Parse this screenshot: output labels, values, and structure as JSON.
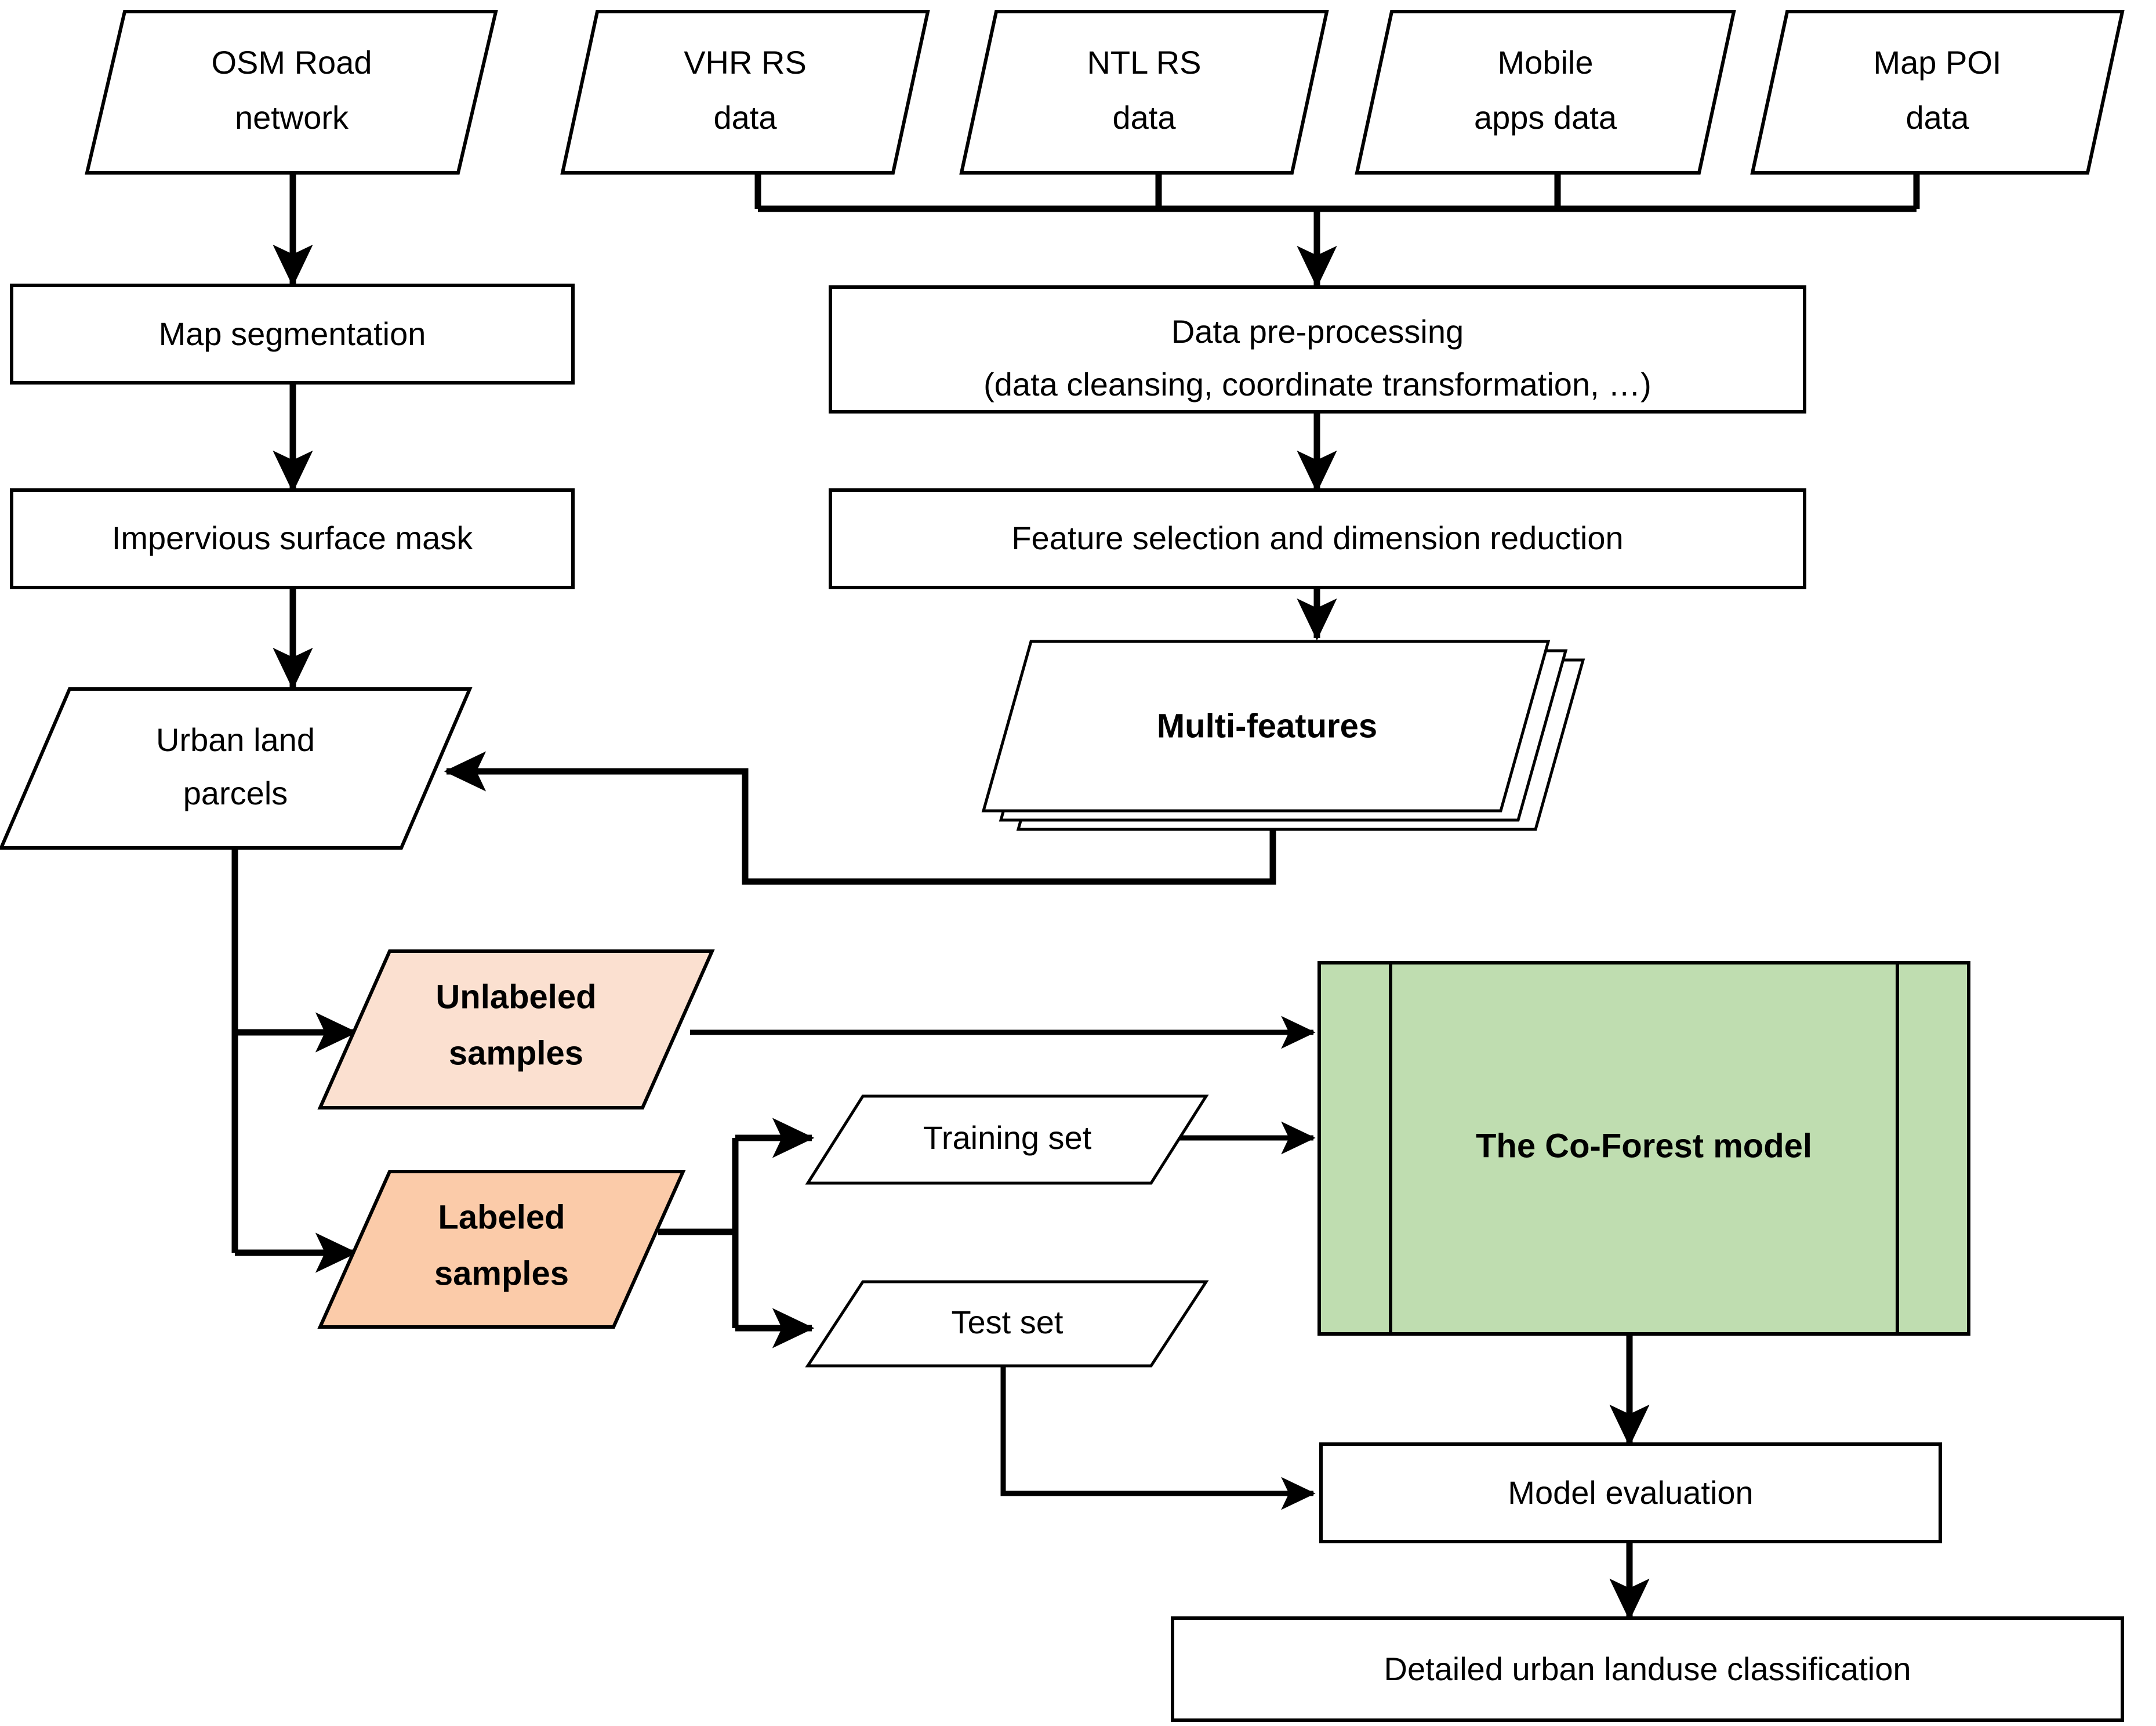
{
  "diagram": {
    "title": "Urban landuse classification workflow",
    "background_color": "#ffffff",
    "line_color": "#000000"
  },
  "colors": {
    "unlabeled_fill": "#FBE0D0",
    "labeled_fill": "#FBCBA9",
    "model_fill": "#BFDDB0",
    "plain_fill": "#FFFFFF",
    "stroke": "#000000"
  },
  "nodes": {
    "osm_road_network": {
      "label_line1": "OSM Road",
      "label_line2": "network",
      "shape": "parallelogram"
    },
    "vhr_rs_data": {
      "label_line1": "VHR RS",
      "label_line2": "data",
      "shape": "parallelogram"
    },
    "ntl_rs_data": {
      "label_line1": "NTL RS",
      "label_line2": "data",
      "shape": "parallelogram"
    },
    "mobile_apps_data": {
      "label_line1": "Mobile",
      "label_line2": "apps data",
      "shape": "parallelogram"
    },
    "map_poi_data": {
      "label_line1": "Map POI",
      "label_line2": "data",
      "shape": "parallelogram"
    },
    "map_segmentation": {
      "label": "Map segmentation",
      "shape": "rectangle"
    },
    "impervious_surface_mask": {
      "label": "Impervious surface mask",
      "shape": "rectangle"
    },
    "data_preprocessing": {
      "label_line1": "Data pre-processing",
      "label_line2": "(data cleansing, coordinate transformation, …)",
      "shape": "rectangle"
    },
    "feature_selection": {
      "label": "Feature selection and dimension reduction",
      "shape": "rectangle"
    },
    "multi_features": {
      "label": "Multi-features",
      "shape": "stacked-parallelogram"
    },
    "urban_land_parcels": {
      "label_line1": "Urban land",
      "label_line2": "parcels",
      "shape": "parallelogram"
    },
    "unlabeled_samples": {
      "label_line1": "Unlabeled",
      "label_line2": "samples",
      "shape": "parallelogram"
    },
    "labeled_samples": {
      "label_line1": "Labeled",
      "label_line2": "samples",
      "shape": "parallelogram"
    },
    "training_set": {
      "label": "Training set",
      "shape": "parallelogram"
    },
    "test_set": {
      "label": "Test set",
      "shape": "parallelogram"
    },
    "co_forest_model": {
      "label": "The Co-Forest model",
      "shape": "predefined-process"
    },
    "model_evaluation": {
      "label": "Model evaluation",
      "shape": "rectangle"
    },
    "landuse_classification": {
      "label": "Detailed urban landuse classification",
      "shape": "rectangle"
    }
  },
  "edges": [
    {
      "from": "osm_road_network",
      "to": "map_segmentation"
    },
    {
      "from": "map_segmentation",
      "to": "impervious_surface_mask"
    },
    {
      "from": "impervious_surface_mask",
      "to": "urban_land_parcels"
    },
    {
      "from": "vhr_rs_data",
      "to": "data_preprocessing"
    },
    {
      "from": "ntl_rs_data",
      "to": "data_preprocessing"
    },
    {
      "from": "mobile_apps_data",
      "to": "data_preprocessing"
    },
    {
      "from": "map_poi_data",
      "to": "data_preprocessing"
    },
    {
      "from": "data_preprocessing",
      "to": "feature_selection"
    },
    {
      "from": "feature_selection",
      "to": "multi_features"
    },
    {
      "from": "multi_features",
      "to": "urban_land_parcels"
    },
    {
      "from": "urban_land_parcels",
      "to": "unlabeled_samples"
    },
    {
      "from": "urban_land_parcels",
      "to": "labeled_samples"
    },
    {
      "from": "unlabeled_samples",
      "to": "co_forest_model"
    },
    {
      "from": "labeled_samples",
      "to": "training_set"
    },
    {
      "from": "labeled_samples",
      "to": "test_set"
    },
    {
      "from": "training_set",
      "to": "co_forest_model"
    },
    {
      "from": "test_set",
      "to": "model_evaluation"
    },
    {
      "from": "co_forest_model",
      "to": "model_evaluation"
    },
    {
      "from": "model_evaluation",
      "to": "landuse_classification"
    }
  ]
}
